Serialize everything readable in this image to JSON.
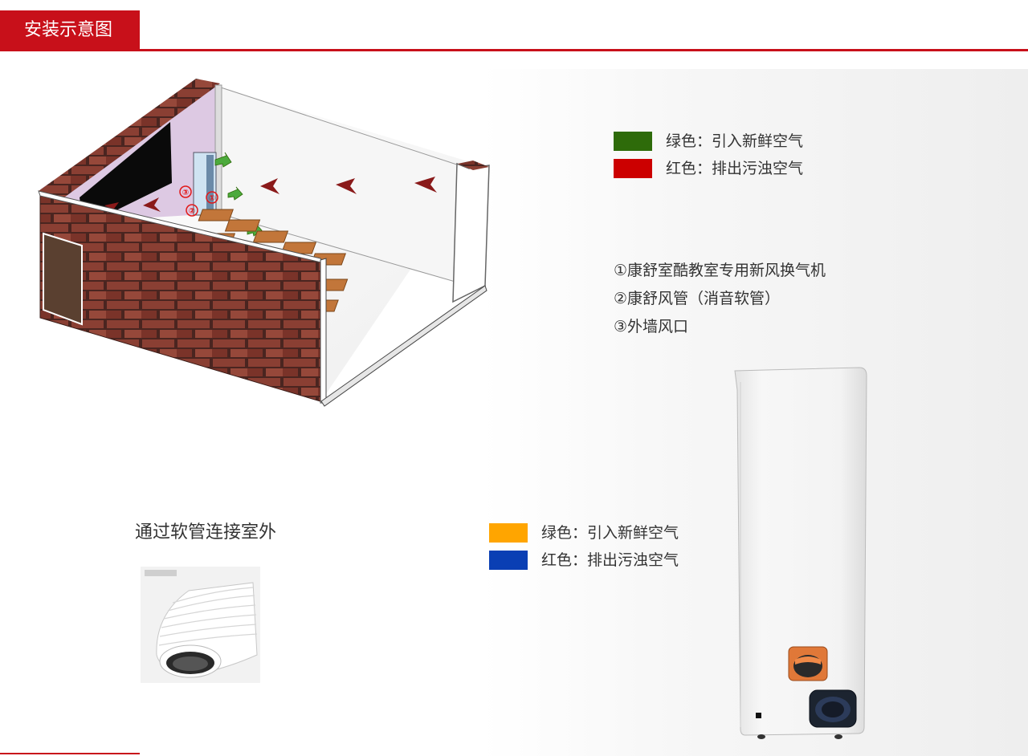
{
  "header": {
    "title": "安装示意图"
  },
  "room_labels": {
    "unit": "①",
    "duct": "②",
    "vent": "③"
  },
  "legend_top": [
    {
      "color": "#2e6b0a",
      "text": "绿色：引入新鲜空气"
    },
    {
      "color": "#cc0000",
      "text": "红色：排出污浊空气"
    }
  ],
  "descriptions": [
    "①康舒室酷教室专用新风换气机",
    "②康舒风管（消音软管）",
    "③外墙风口"
  ],
  "hose_caption": "通过软管连接室外",
  "legend_bottom": [
    {
      "color": "#ffa500",
      "text": "绿色：引入新鲜空气"
    },
    {
      "color": "#0a3fb4",
      "text": "红色：排出污浊空气"
    }
  ]
}
